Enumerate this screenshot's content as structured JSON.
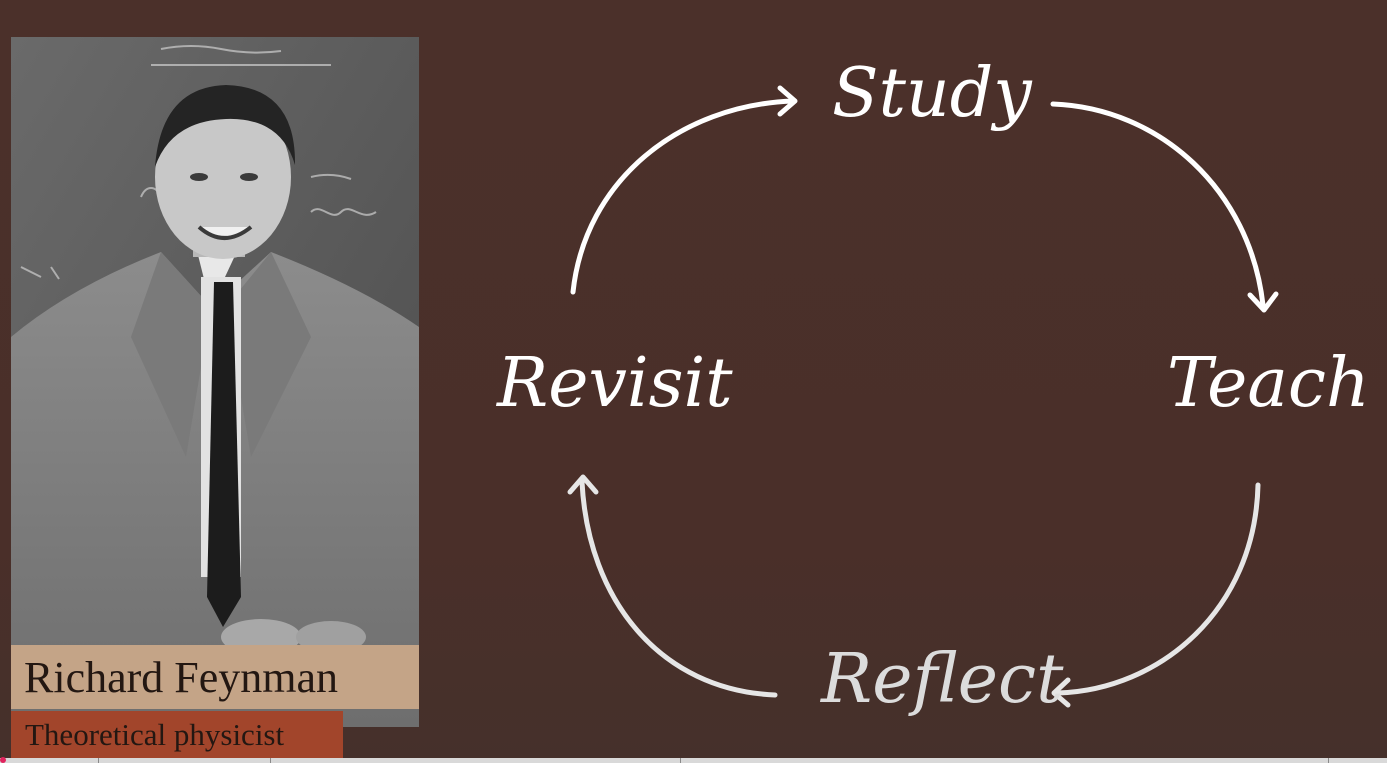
{
  "person": {
    "name": "Richard Feynman",
    "role": "Theoretical physicist"
  },
  "cycle": {
    "steps": [
      "Study",
      "Teach",
      "Reflect",
      "Revisit"
    ]
  },
  "colors": {
    "background": "#4b302a",
    "name_plate": "#c4a487",
    "role_plate": "#a2452b",
    "text": "#ffffff"
  }
}
